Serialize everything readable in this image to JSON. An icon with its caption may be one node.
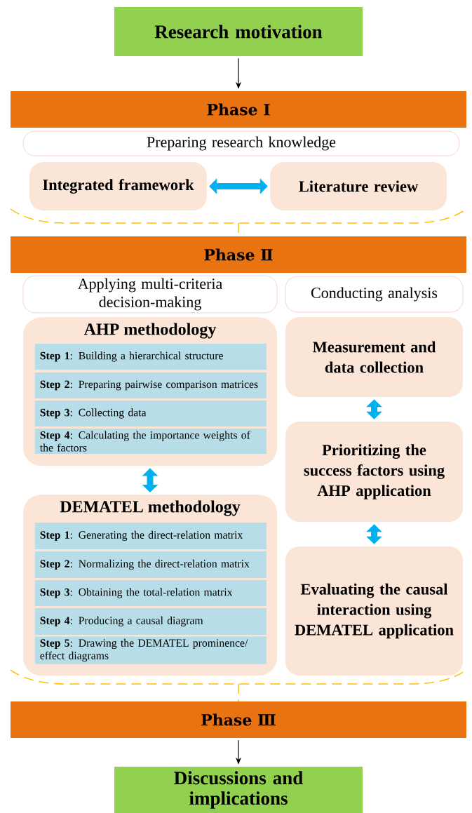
{
  "diagram": {
    "nodes": [
      {
        "text": [
          "Research motivation"
        ]
      },
      {
        "text": [
          "Phase Ⅰ"
        ]
      },
      {
        "text": [
          "Preparing research knowledge"
        ]
      },
      {
        "text": [
          "Integrated framework"
        ]
      },
      {
        "text": [
          "Literature review"
        ]
      },
      {
        "text": [
          "Phase Ⅱ"
        ]
      },
      {
        "text": [
          "Applying multi-criteria decision-making"
        ]
      },
      {
        "text": [
          "Conducting analysis"
        ]
      },
      {
        "text": [
          "AHP methodology"
        ]
      },
      {
        "text": [
          "**Step 1**: Building a hierarchical structure"
        ],
        "in": 8
      },
      {
        "text": [
          "**Step 2**: Preparing pairwise comparison matrices"
        ],
        "in": 8
      },
      {
        "text": [
          "**Step 3**: Collecting data"
        ],
        "in": 8
      },
      {
        "text": [
          "**Step 4**: Calculating the importance weights of the factors"
        ],
        "in": 8
      },
      {
        "text": [
          "DEMATEL methodology"
        ]
      },
      {
        "text": [
          "**Step 1**: Generating the direct-relation matrix"
        ],
        "in": 13
      },
      {
        "text": [
          "**Step 2**: Normalizing the direct-relation matrix"
        ],
        "in": 13
      },
      {
        "text": [
          "**Step 3**: Obtaining the total-relation matrix"
        ],
        "in": 13
      },
      {
        "text": [
          "**Step 4**: Producing a causal diagram"
        ],
        "in": 13
      },
      {
        "text": [
          "**Step 5**: Drawing the DEMATEL prominence/ effect diagrams"
        ],
        "in": 13
      },
      {
        "text": [
          "Measurement and data collection"
        ]
      },
      {
        "text": [
          "Prioritizing the success factors using AHP application"
        ]
      },
      {
        "text": [
          "Evaluating the causal interaction using DEMATEL application"
        ]
      },
      {
        "text": [
          "Phase Ⅲ"
        ]
      },
      {
        "text": [
          "Discussions and implications"
        ]
      }
    ],
    "edges": [
      {
        "from": 0,
        "to": 1,
        "arrow": "to",
        "color": "#000000"
      },
      {
        "from": 3,
        "to": 4,
        "arrow": "both"
      },
      {
        "from": 8,
        "to": 13,
        "arrow": "both"
      },
      {
        "from": 19,
        "to": 20,
        "arrow": "both"
      },
      {
        "from": 20,
        "to": 21,
        "arrow": "both"
      },
      {
        "from": 22,
        "to": 23,
        "arrow": "to",
        "color": "#000000"
      }
    ]
  }
}
